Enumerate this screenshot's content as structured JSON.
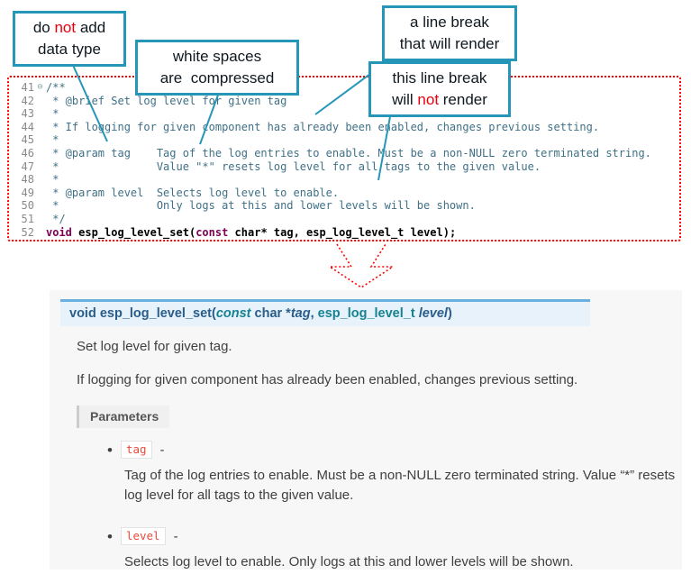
{
  "colors": {
    "callout-border": "#2596b8",
    "annotation-red": "#e8000d",
    "dotted-border": "#ff0000",
    "comment": "#3f7086",
    "keyword": "#7f0055",
    "line-number": "#8a8a8a",
    "sig-bg": "#e7f2fa",
    "sig-border": "#6ab0de",
    "sig-text": "#2a5d8a",
    "sig-type": "#178292",
    "body-text": "#404040",
    "literal-red": "#e74c3c",
    "params-bg": "#f0f0f0",
    "params-border": "#cccccc",
    "docs-bg": "#f7f7f7"
  },
  "callouts": [
    {
      "name": "no-data-type",
      "lines": [
        [
          {
            "t": "do "
          },
          {
            "t": "not",
            "red": true
          },
          {
            "t": " add"
          }
        ],
        [
          {
            "t": "data type"
          }
        ]
      ]
    },
    {
      "name": "whitespace-compressed",
      "lines": [
        [
          {
            "t": "white spaces"
          }
        ],
        [
          {
            "t": "are  compressed"
          }
        ]
      ]
    },
    {
      "name": "break-renders",
      "lines": [
        [
          {
            "t": "a line break"
          }
        ],
        [
          {
            "t": "that will render"
          }
        ]
      ]
    },
    {
      "name": "break-not-render",
      "lines": [
        [
          {
            "t": "this line break"
          }
        ],
        [
          {
            "t": "will "
          },
          {
            "t": "not",
            "red": true
          },
          {
            "t": " render"
          }
        ]
      ]
    }
  ],
  "code": {
    "lines": [
      {
        "n": 41,
        "fold": true,
        "parts": [
          {
            "t": "/**",
            "c": "comment"
          }
        ]
      },
      {
        "n": 42,
        "parts": [
          {
            "t": " * @brief Set log level for given tag",
            "c": "comment"
          }
        ]
      },
      {
        "n": 43,
        "parts": [
          {
            "t": " *",
            "c": "comment"
          }
        ]
      },
      {
        "n": 44,
        "parts": [
          {
            "t": " * If logging for given component has already been enabled, changes previous setting.",
            "c": "comment"
          }
        ]
      },
      {
        "n": 45,
        "parts": [
          {
            "t": " *",
            "c": "comment"
          }
        ]
      },
      {
        "n": 46,
        "parts": [
          {
            "t": " * @param tag    Tag of the log entries to enable. Must be a non-NULL zero terminated string.",
            "c": "comment"
          }
        ]
      },
      {
        "n": 47,
        "parts": [
          {
            "t": " *               Value \"*\" resets log level for all tags to the given value.",
            "c": "comment"
          }
        ]
      },
      {
        "n": 48,
        "parts": [
          {
            "t": " *",
            "c": "comment"
          }
        ]
      },
      {
        "n": 49,
        "parts": [
          {
            "t": " * @param level  Selects log level to enable.",
            "c": "comment"
          }
        ]
      },
      {
        "n": 50,
        "parts": [
          {
            "t": " *               Only logs at this and lower levels will be shown.",
            "c": "comment"
          }
        ]
      },
      {
        "n": 51,
        "parts": [
          {
            "t": " */",
            "c": "comment"
          }
        ]
      },
      {
        "n": 52,
        "parts": [
          {
            "t": "void",
            "c": "kw"
          },
          {
            "t": " ",
            "c": "plain"
          },
          {
            "t": "esp_log_level_set",
            "c": "fn"
          },
          {
            "t": "(",
            "c": "plain"
          },
          {
            "t": "const",
            "c": "kw"
          },
          {
            "t": " char* tag, esp_log_level_t level);",
            "c": "plain"
          }
        ]
      }
    ]
  },
  "docs": {
    "signature": [
      {
        "t": "void ",
        "c": "sig-b"
      },
      {
        "t": "esp_log_level_set",
        "c": "sig-b"
      },
      {
        "t": "(",
        "c": ""
      },
      {
        "t": "const",
        "c": "sig-kw"
      },
      {
        "t": " char *",
        "c": ""
      },
      {
        "t": "tag",
        "c": "sig-i"
      },
      {
        "t": ", ",
        "c": ""
      },
      {
        "t": "esp_log_level_t ",
        "c": "sig-t"
      },
      {
        "t": "level",
        "c": "sig-i"
      },
      {
        "t": ")",
        "c": ""
      }
    ],
    "brief": "Set log level for given tag.",
    "description": "If logging for given component has already been enabled, changes previous setting.",
    "parameters_label": "Parameters",
    "params": [
      {
        "name": "tag",
        "dash": "-",
        "desc": "Tag of the log entries to enable. Must be a non-NULL zero terminated string. Value “*” resets log level for all tags to the given value."
      },
      {
        "name": "level",
        "dash": "-",
        "desc": "Selects log level to enable. Only logs at this and lower levels will be shown."
      }
    ]
  }
}
